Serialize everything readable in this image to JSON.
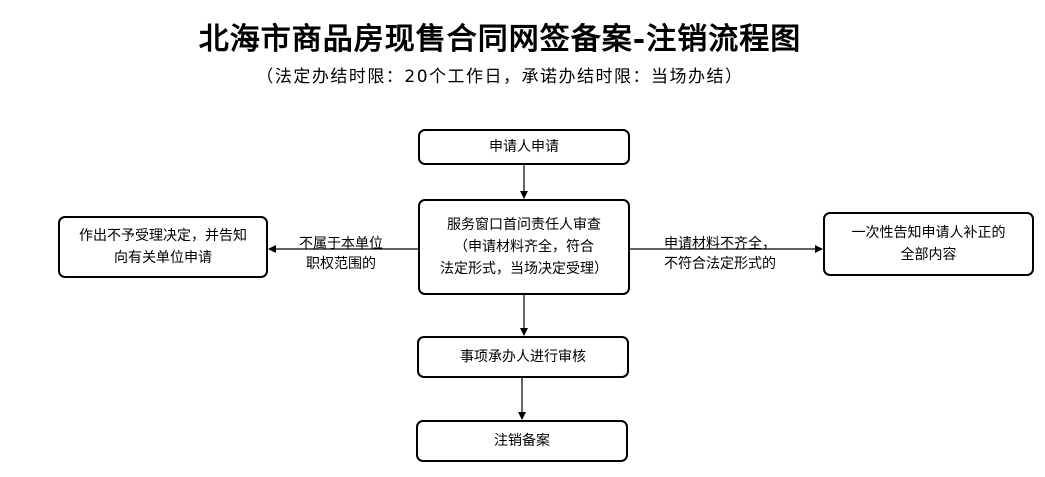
{
  "title": "北海市商品房现售合同网签备案-注销流程图",
  "subtitle": "（法定办结时限：20个工作日，承诺办结时限：当场办结）",
  "nodes": {
    "apply": "申请人申请",
    "review": "服务窗口首问责任人审查\n（申请材料齐全，符合\n法定形式，当场决定受理）",
    "reject": "作出不予受理决定，并告知\n向有关单位申请",
    "supplement": "一次性告知申请人补正的\n全部内容",
    "audit": "事项承办人进行审核",
    "cancel": "注销备案"
  },
  "edges": {
    "not_in_scope": "不属于本单位\n职权范围的",
    "incomplete": "申请材料不齐全，\n不符合法定形式的"
  }
}
